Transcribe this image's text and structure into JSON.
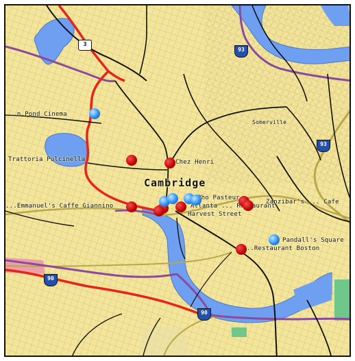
{
  "map": {
    "city_label": "Cambridge",
    "labels": [
      "...n Pond Cinema",
      "Trattoria Pulcinella",
      "Chez Henri",
      "Somerville",
      "...Emmanuel's Caffe Giannino",
      "Pho Pasteur",
      "Atlanta ... Restaurant",
      "Zanzibar's ... Cafe",
      "Harvest Street",
      "Pandall's Square",
      "...Restaurant Boston"
    ],
    "shields": {
      "route_3": "3",
      "i93_north": "93",
      "i93_south": "93",
      "i90_west": "90",
      "i90_east": "90"
    },
    "restaurant_markers": 9,
    "cinema_markers": 6,
    "colors": {
      "land": "#f3e59a",
      "water": "#6e9ff0",
      "major_road": "#e8231c",
      "highway": "#8a4aa0",
      "local_road": "#111111",
      "rail": "#b8a84a",
      "restaurant_marker": "#c20000",
      "cinema_marker": "#2a8ef0"
    }
  }
}
